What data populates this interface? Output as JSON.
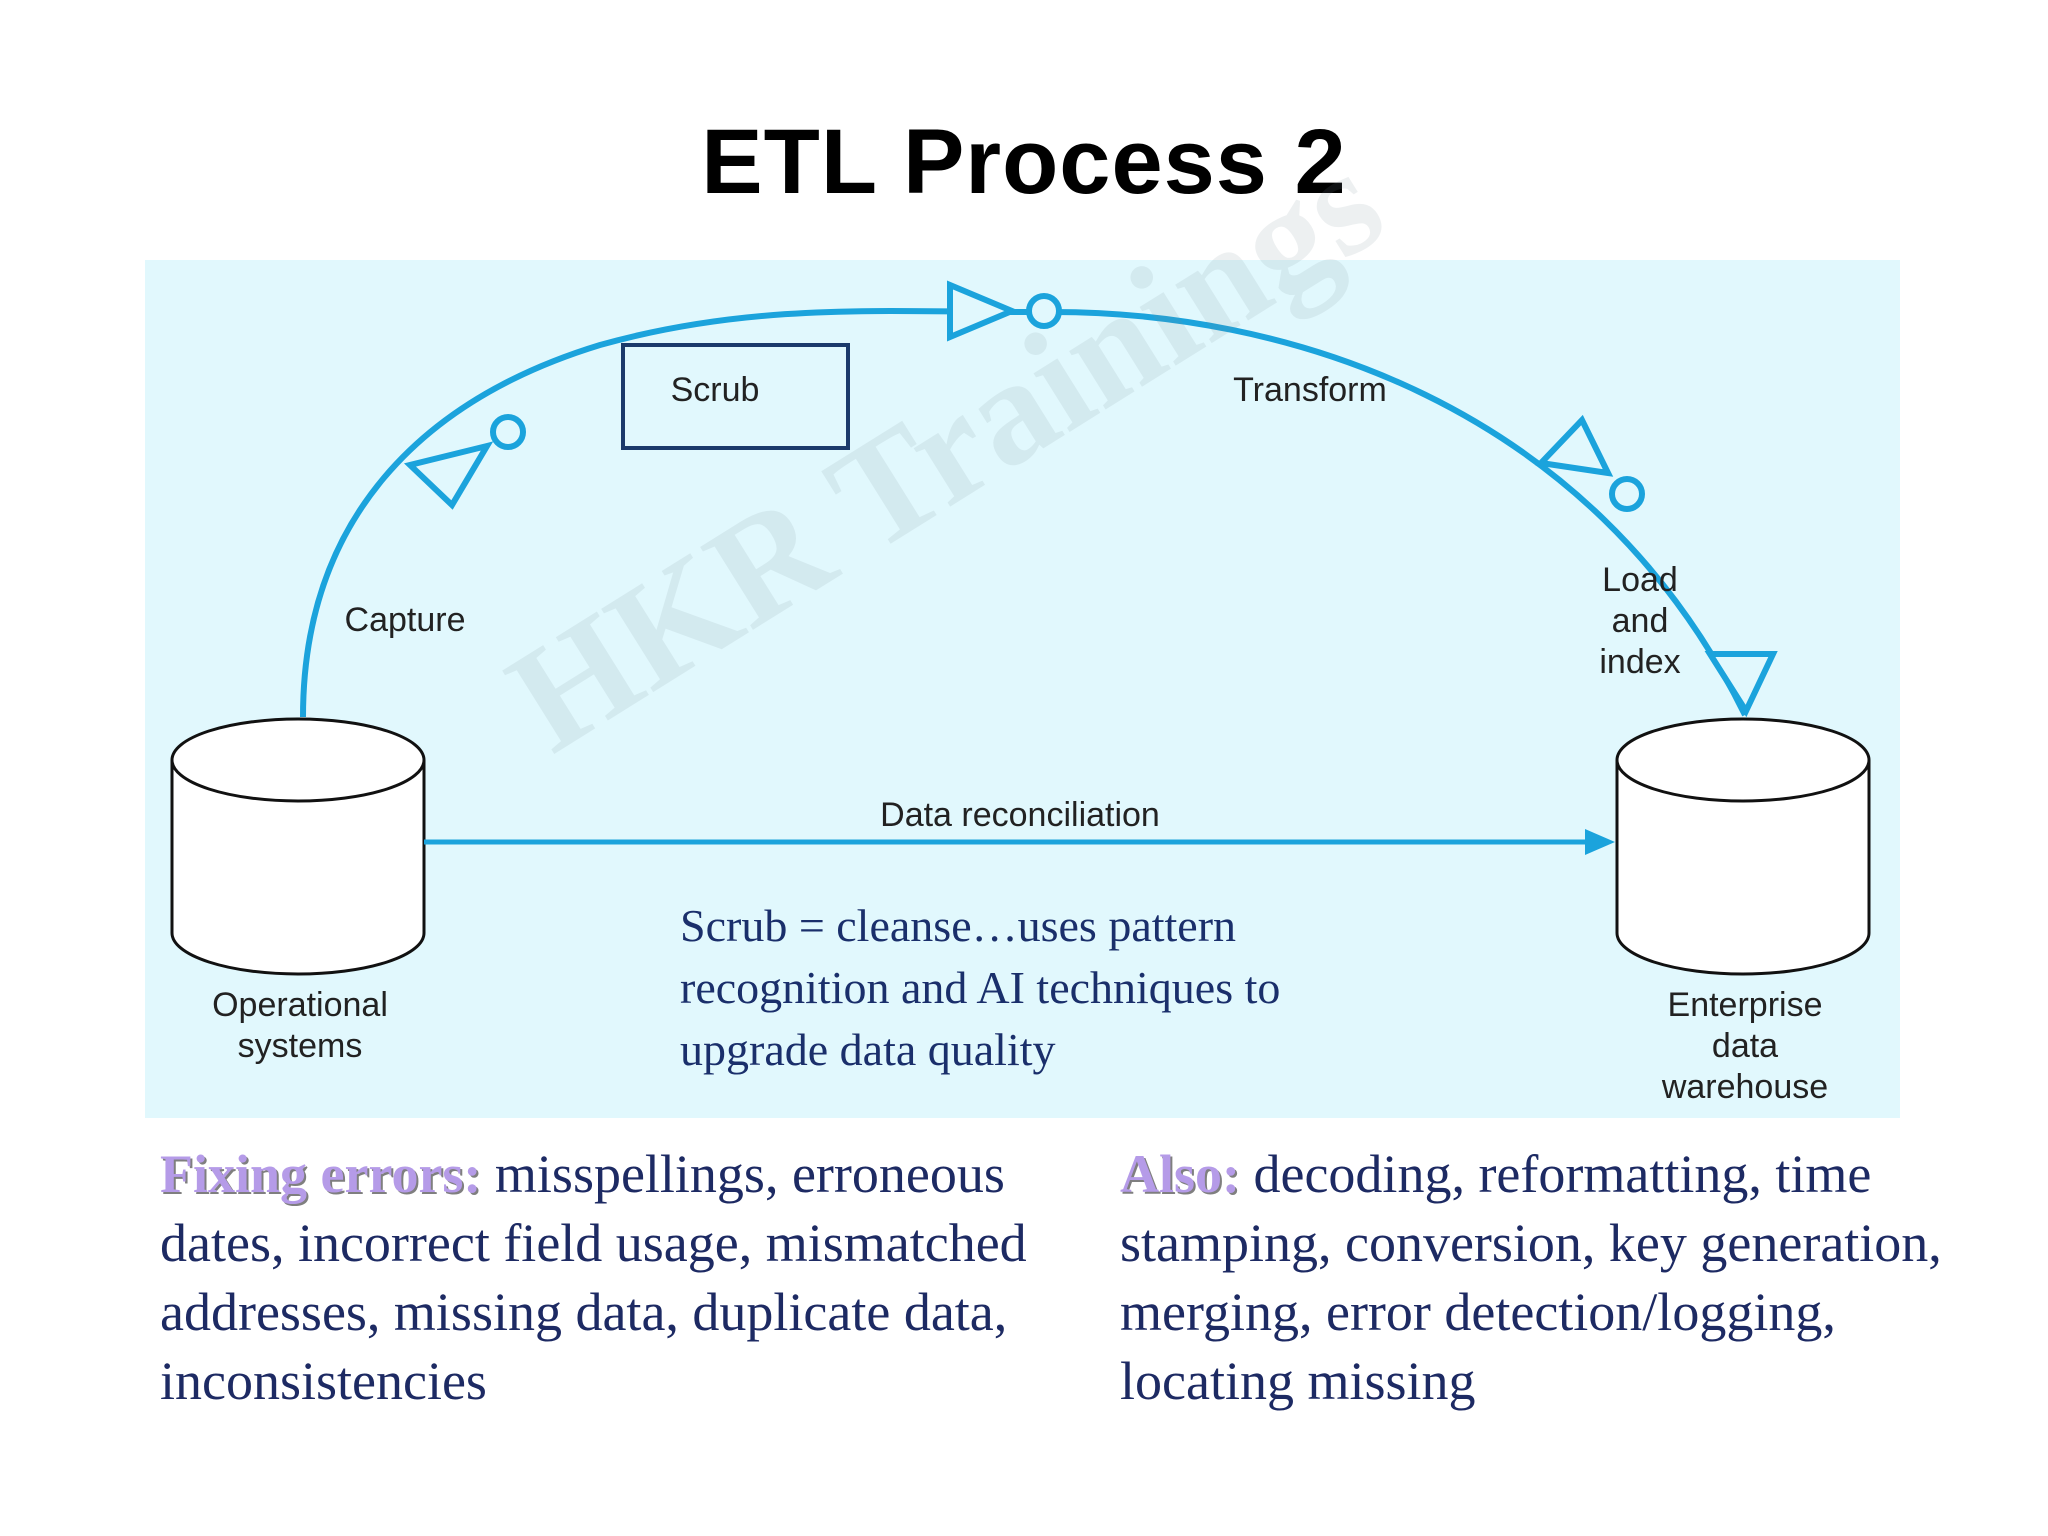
{
  "title": "ETL Process 2",
  "watermark": "HKR Trainings",
  "diagram": {
    "steps": {
      "capture": "Capture",
      "scrub": "Scrub",
      "transform": "Transform",
      "load": "Load\nand\nindex"
    },
    "source": "Operational\nsystems",
    "target": "Enterprise\ndata\nwarehouse",
    "reconciliation": "Data reconciliation",
    "note": "Scrub = cleanse…uses pattern recognition and AI techniques to upgrade data quality",
    "colors": {
      "arc": "#1ba3dc",
      "panel": "#e1f8fd",
      "scrub_box": "#1b3a6b"
    }
  },
  "fixing": {
    "lead": "Fixing errors:",
    "text": " misspellings, erroneous dates, incorrect field usage, mismatched addresses, missing data, duplicate data, inconsistencies"
  },
  "also": {
    "lead": "Also:",
    "text": " decoding, reformatting, time stamping, conversion, key generation, merging, error detection/logging, locating missing"
  }
}
